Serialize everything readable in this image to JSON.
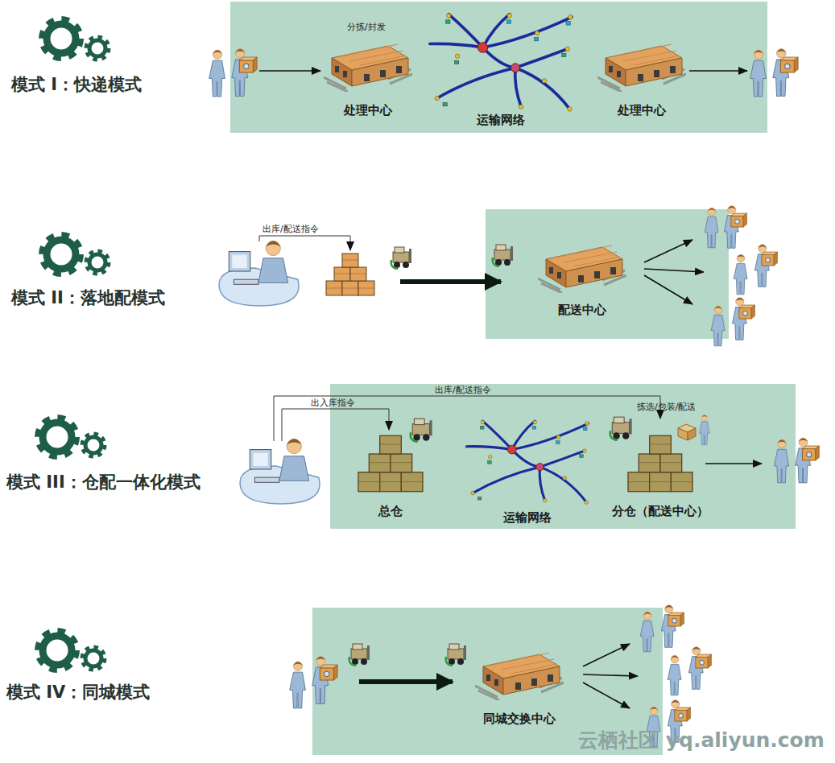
{
  "diagram": {
    "nodes": [
      {
        "text": [
          "处理中心"
        ]
      },
      {
        "text": [
          "运输网络"
        ]
      },
      {
        "text": [
          "处理中心"
        ]
      },
      {
        "text": [
          "配送中心"
        ]
      },
      {
        "text": [
          "总仓"
        ]
      },
      {
        "text": [
          "运输网络"
        ]
      },
      {
        "text": [
          "分仓（配送中心）"
        ]
      },
      {
        "text": [
          "同城交换中心"
        ]
      }
    ],
    "labels": [
      "模式 I：快递模式",
      "分拣/封发",
      "模式 II：落地配模式",
      "出库/配送指令",
      "模式 III：仓配一体化模式",
      "出入库指令",
      "出库/配送指令",
      "拣选/包装/配送",
      "模式 IV：同城模式",
      "云栖社区 yq.aliyun.com"
    ]
  }
}
